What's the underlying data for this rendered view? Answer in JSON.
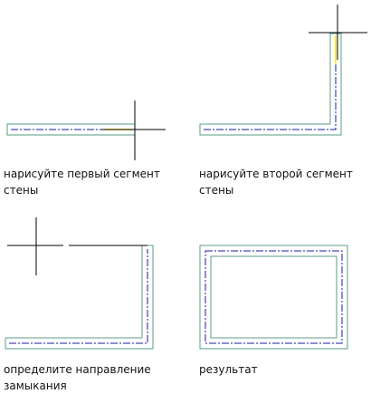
{
  "colors": {
    "wall_outline": "#5a9c84",
    "center_line": "#1a1aa8",
    "active_segment": "#f2e600",
    "cursor": "#000000",
    "background": "#ffffff"
  },
  "steps": [
    {
      "id": "step-1",
      "caption_lines": [
        "нарисуйте первый сегмент",
        "стены"
      ]
    },
    {
      "id": "step-2",
      "caption_lines": [
        "нарисуйте второй сегмент",
        "стены"
      ]
    },
    {
      "id": "step-3",
      "caption_lines": [
        "определите направление",
        "замыкания"
      ]
    },
    {
      "id": "step-4",
      "caption_lines": [
        "результат"
      ]
    }
  ]
}
